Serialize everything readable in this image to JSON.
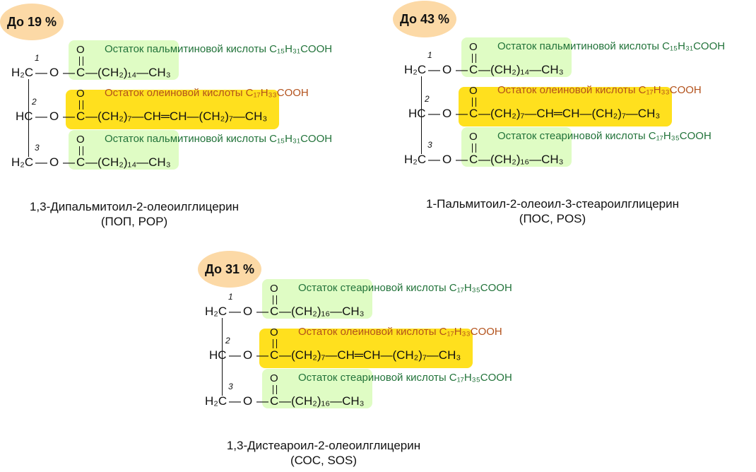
{
  "molecules": [
    {
      "badge": "До 19 %",
      "rows": [
        {
          "carbon": "H₂C",
          "pos": "1",
          "type": "sat",
          "chain": "—(CH₂)₁₄—CH₃",
          "label": "Остаток пальмитиновой кислоты C₁₅H₃₁COOH"
        },
        {
          "carbon": "HC",
          "pos": "2",
          "type": "unsat",
          "chain": "—(CH₂)₇—CH═CH—(CH₂)₇—CH₃",
          "label": "Остаток олеиновой кислоты C₁₇H₃₃COOH"
        },
        {
          "carbon": "H₂C",
          "pos": "3",
          "type": "sat",
          "chain": "—(CH₂)₁₄—CH₃",
          "label": "Остаток пальмитиновой кислоты C₁₅H₃₁COOH"
        }
      ],
      "name": "1,3-Дипальмитоил-2-олеоилглицерин",
      "abbr": "(ПОП, POP)"
    },
    {
      "badge": "До 43 %",
      "rows": [
        {
          "carbon": "H₂C",
          "pos": "1",
          "type": "sat",
          "chain": "—(CH₂)₁₄—CH₃",
          "label": "Остаток пальмитиновой кислоты C₁₅H₃₁COOH"
        },
        {
          "carbon": "HC",
          "pos": "2",
          "type": "unsat",
          "chain": "—(CH₂)₇—CH═CH—(CH₂)₇—CH₃",
          "label": "Остаток олеиновой кислоты C₁₇H₃₃COOH"
        },
        {
          "carbon": "H₂C",
          "pos": "3",
          "type": "sat",
          "chain": "—(CH₂)₁₆—CH₃",
          "label": "Остаток стеариновой кислоты C₁₇H₃₅COOH"
        }
      ],
      "name": "1-Пальмитоил-2-олеоил-3-стеароилглицерин",
      "abbr": "(ПОС, POS)"
    },
    {
      "badge": "До 31 %",
      "rows": [
        {
          "carbon": "H₂C",
          "pos": "1",
          "type": "sat",
          "chain": "—(CH₂)₁₆—CH₃",
          "label": "Остаток стеариновой кислоты C₁₇H₃₅COOH"
        },
        {
          "carbon": "HC",
          "pos": "2",
          "type": "unsat",
          "chain": "—(CH₂)₇—CH═CH—(CH₂)₇—CH₃",
          "label": "Остаток олеиновой кислоты C₁₇H₃₃COOH"
        },
        {
          "carbon": "H₂C",
          "pos": "3",
          "type": "sat",
          "chain": "—(CH₂)₁₆—CH₃",
          "label": "Остаток стеариновой кислоты C₁₇H₃₅COOH"
        }
      ],
      "name": "1,3-Дистеароил-2-олеоилглицерин",
      "abbr": "(СОС, SOS)"
    }
  ],
  "atoms": {
    "oxygen": "O",
    "carbon": "C",
    "bond": "—"
  },
  "colors": {
    "saturated_box": "#dffcc4",
    "unsaturated_box": "#ffe01e",
    "saturated_text": "#22733a",
    "unsaturated_text": "#b3521c",
    "badge": "#fcd9a6"
  }
}
